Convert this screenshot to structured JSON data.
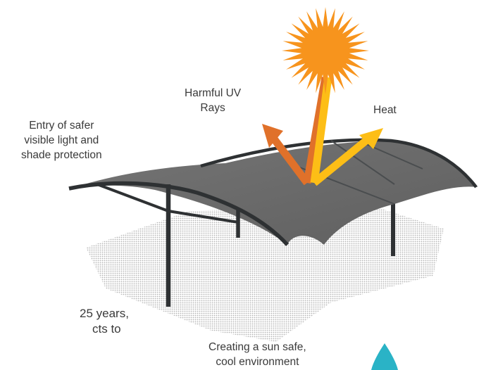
{
  "labels": {
    "uv": [
      "Harmful UV",
      "Rays"
    ],
    "heat": "Heat",
    "entry": [
      "Entry of safer",
      "visible light and",
      "shade protection"
    ],
    "bottom": [
      "Creating a sun safe,",
      "cool environment"
    ]
  },
  "background_text": {
    "line1": "25 years,",
    "line2": "cts to"
  },
  "colors": {
    "sun": "#f7941d",
    "uv_arrow": "#e0712a",
    "heat_arrow": "#fdbe16",
    "canopy": "#6b6b6b",
    "frame": "#2e3133",
    "shade": "#bdbdbd",
    "accent": "#2ab3c6"
  }
}
